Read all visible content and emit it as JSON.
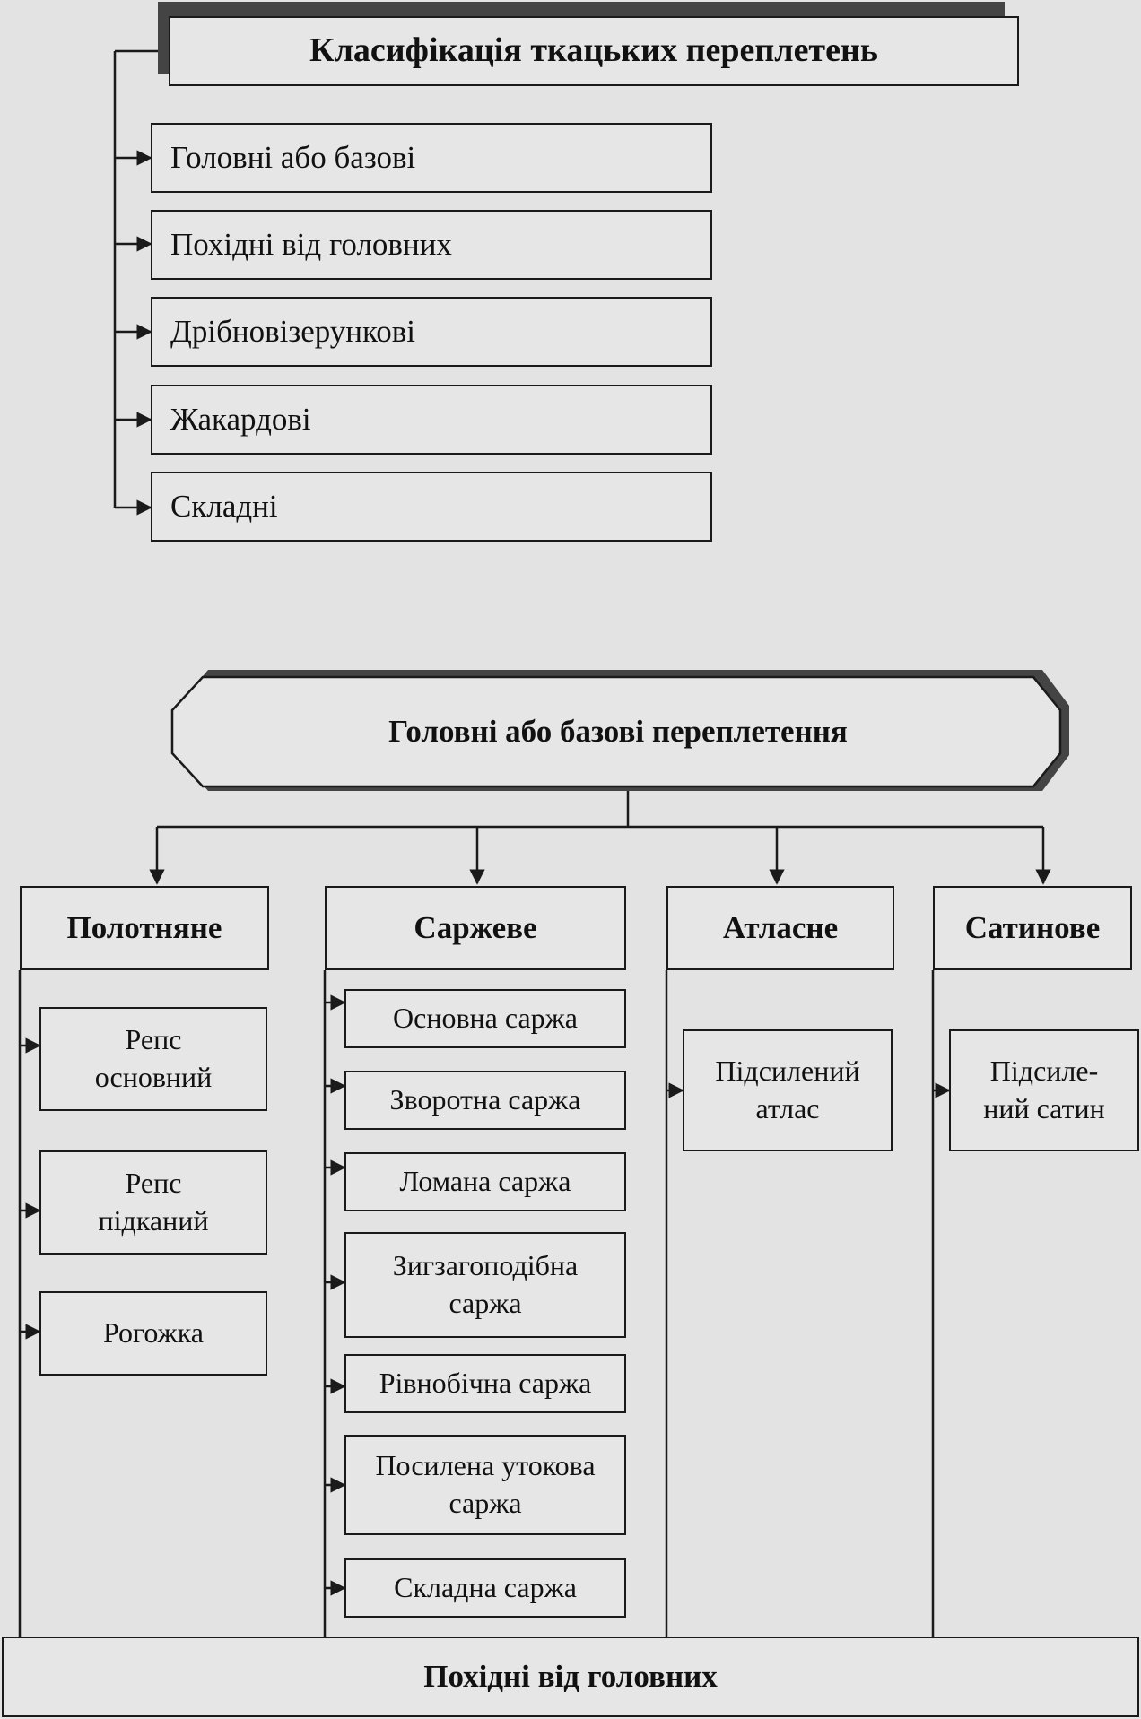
{
  "top": {
    "title": "Класифікація ткацьких переплетень",
    "items": [
      "Головні або базові",
      "Похідні від головних",
      "Дрібновізерункові",
      "Жакардові",
      "Складні"
    ]
  },
  "main": {
    "title": "Головні або базові переплетення",
    "categories": {
      "plain": "Полотняне",
      "twill": "Саржеве",
      "atlas": "Атласне",
      "satin": "Сатинове"
    },
    "plain_items": [
      "Репс основний",
      "Репс підканий",
      "Рогожка"
    ],
    "twill_items": [
      "Основна саржа",
      "Зворотна саржа",
      "Ломана саржа",
      "Зигзагоподібна саржа",
      "Рівнобічна саржа",
      "Посилена утокова саржа",
      "Складна саржа"
    ],
    "atlas_items": [
      "Підсилений атлас"
    ],
    "satin_items": [
      "Підсиле-ний сатин"
    ]
  },
  "bottom": {
    "title": "Похідні від головних"
  }
}
